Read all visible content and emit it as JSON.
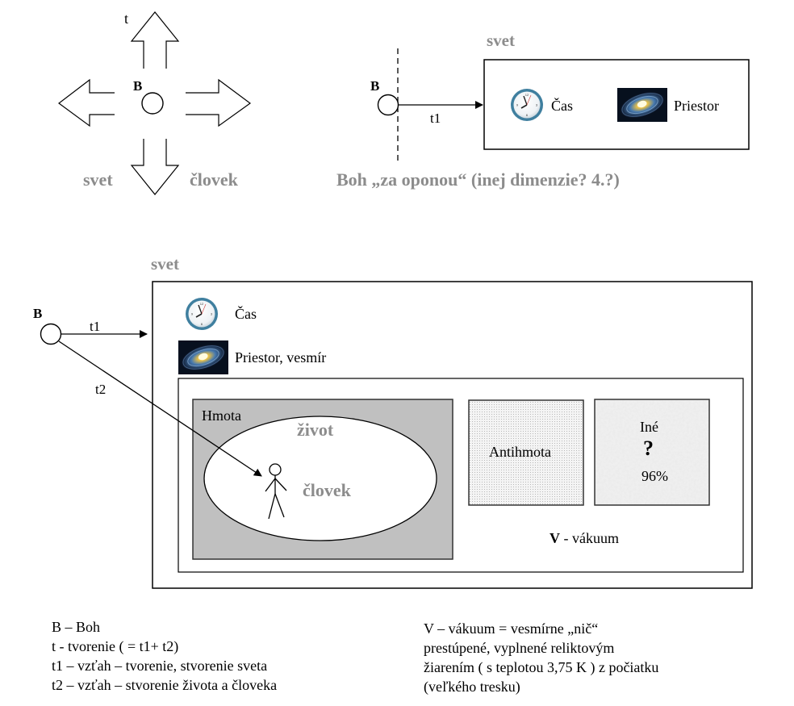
{
  "diagram1": {
    "top_label": "t",
    "center_label": "B",
    "bottom_left_label": "svet",
    "bottom_right_label": "človek",
    "arrow_directions": [
      "up",
      "left",
      "right",
      "down"
    ]
  },
  "diagram2": {
    "node_label": "B",
    "arrow_label": "t1",
    "box_title": "svet",
    "items": [
      {
        "icon": "clock-icon",
        "label": "Čas"
      },
      {
        "icon": "galaxy-icon",
        "label": "Priestor"
      }
    ],
    "caption": "Boh „za oponou“ (inej dimenzie? 4.?)"
  },
  "diagram3": {
    "box_title": "svet",
    "node_label": "B",
    "arrow1_label": "t1",
    "arrow2_label": "t2",
    "items": [
      {
        "icon": "clock-icon",
        "label": "Čas"
      },
      {
        "icon": "galaxy-icon",
        "label": "Priestor, vesmír"
      }
    ],
    "matter_label": "Hmota",
    "life_label": "život",
    "human_label": "človek",
    "antimatter_label": "Antihmota",
    "other_label": "Iné",
    "other_question": "?",
    "other_percent": "96%",
    "vacuum_symbol": "V",
    "vacuum_label": " - vákuum"
  },
  "legend_left": [
    "B – Boh",
    "t - tvorenie ( = t1+ t2)",
    "t1 – vzťah – tvorenie, stvorenie sveta",
    "t2 – vzťah – stvorenie života a človeka"
  ],
  "legend_right": [
    "V – vákuum = vesmírne „nič“",
    "prestúpené, vyplnené reliktovým",
    "žiarením ( s teplotou 3,75 K ) z počiatku",
    "(veľkého tresku)"
  ],
  "colors": {
    "gray_text": "#8c8c8c",
    "matter_fill": "#c0c0c0",
    "clock_rim": "#3f7f9f"
  }
}
